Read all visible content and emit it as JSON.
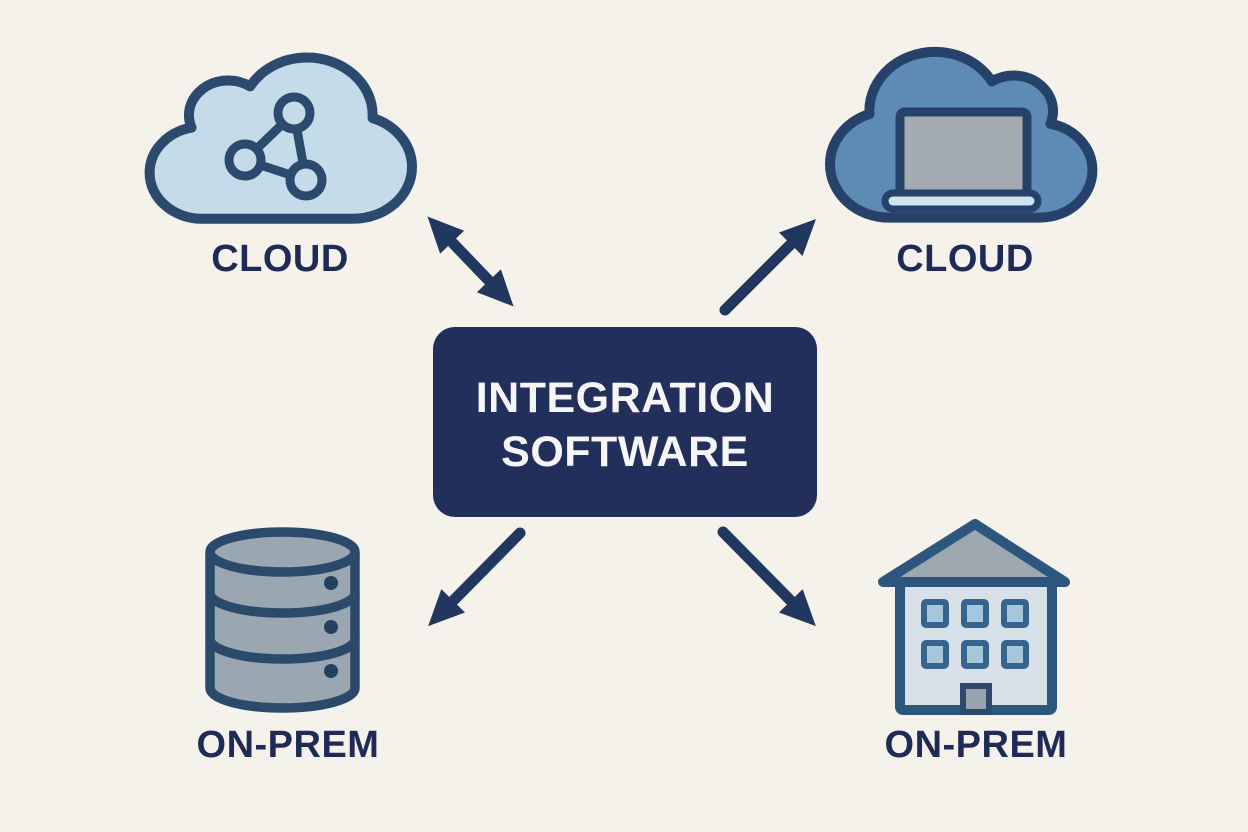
{
  "diagram_title": "Integration Software Diagram",
  "colors": {
    "bg": "#f5f2ec",
    "navy": "#222f5b",
    "arrow": "#21375f",
    "label": "#1f2b56",
    "box_text": "#f6f6f8",
    "cloud_light_fill": "#c5dbe9",
    "cloud_light_stroke": "#2c4a6e",
    "cloud_mid_fill": "#5e8bb5",
    "cloud_mid_stroke": "#27426a",
    "laptop_screen": "#a3abb1",
    "laptop_base": "#cfe4f0",
    "db_fill": "#9aa6b0",
    "db_stroke": "#2b4a6b",
    "db_dot": "#24405f",
    "roof_fill": "#9ca7b0",
    "building_fill": "#d8e1e8",
    "building_stroke": "#2d567e",
    "window_fill": "#a5c6db",
    "window_stroke": "#36648f",
    "door_fill": "#99a3ac",
    "door_stroke": "#2d4a6e"
  },
  "center_box": {
    "line1": "INTEGRATION",
    "line2": "SOFTWARE"
  },
  "labels": {
    "cloud_left": "CLOUD",
    "cloud_right": "CLOUD",
    "onprem_left": "ON-PREM",
    "onprem_right": "ON-PREM"
  },
  "icons": {
    "top_left": "cloud-network-icon",
    "top_right": "cloud-laptop-icon",
    "bottom_left": "database-icon",
    "bottom_right": "building-icon"
  },
  "arrows": {
    "top_left": "double-headed",
    "top_right": "points-to-cloud",
    "bottom_left": "points-to-onprem",
    "bottom_right": "points-to-onprem"
  }
}
